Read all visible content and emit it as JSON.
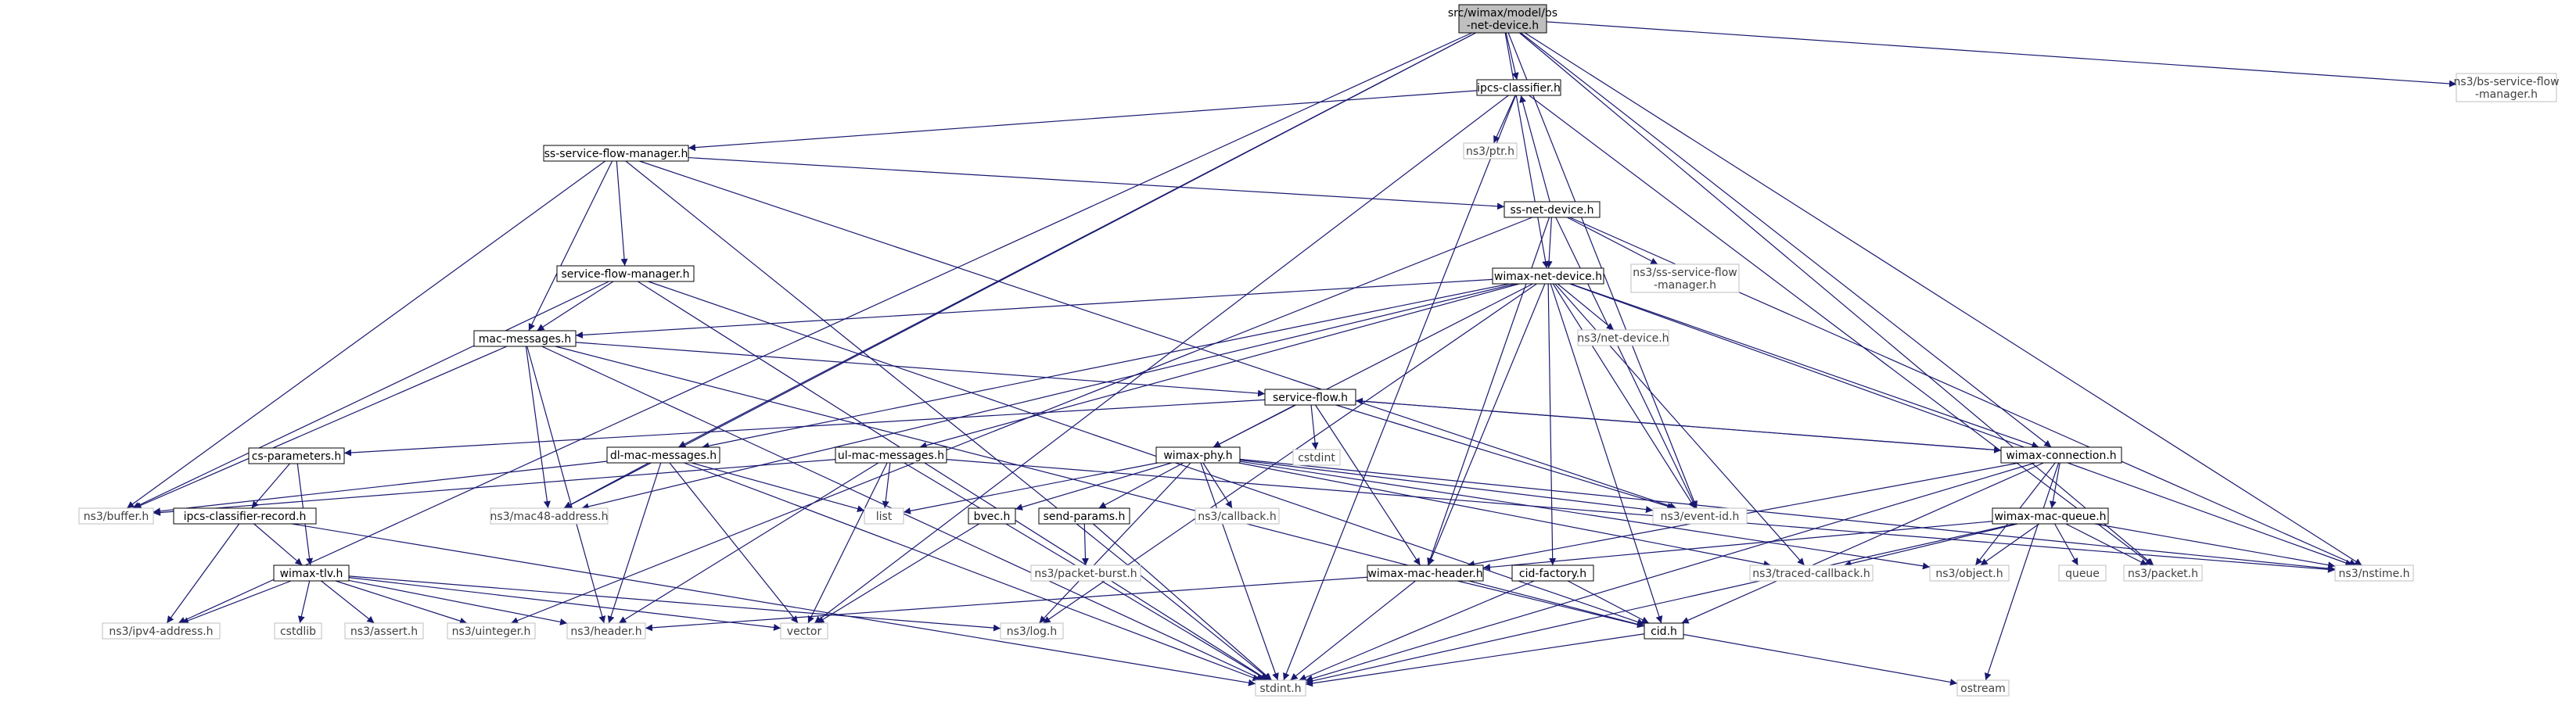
{
  "colors": {
    "root_fill": "#bfbfbf",
    "internal_stroke": "#000000",
    "external_stroke": "#bfbfbf",
    "external_text": "#404040",
    "edge": "#191970",
    "background": "#ffffff"
  },
  "nodes": [
    {
      "id": "root",
      "label": "src/wimax/model/bs\n-net-device.h",
      "kind": "root"
    },
    {
      "id": "ipcs_classifier",
      "label": "ipcs-classifier.h",
      "kind": "internal"
    },
    {
      "id": "bs_sfm",
      "label": "ns3/bs-service-flow\n-manager.h",
      "kind": "external"
    },
    {
      "id": "ptr",
      "label": "ns3/ptr.h",
      "kind": "external"
    },
    {
      "id": "ss_sfm_h",
      "label": "ss-service-flow-manager.h",
      "kind": "internal"
    },
    {
      "id": "ss_net_device",
      "label": "ss-net-device.h",
      "kind": "internal"
    },
    {
      "id": "ns3_ss_sfm",
      "label": "ns3/ss-service-flow\n-manager.h",
      "kind": "external"
    },
    {
      "id": "sfm",
      "label": "service-flow-manager.h",
      "kind": "internal"
    },
    {
      "id": "wimax_net_device",
      "label": "wimax-net-device.h",
      "kind": "internal"
    },
    {
      "id": "mac_messages",
      "label": "mac-messages.h",
      "kind": "internal"
    },
    {
      "id": "net_device",
      "label": "ns3/net-device.h",
      "kind": "external"
    },
    {
      "id": "service_flow",
      "label": "service-flow.h",
      "kind": "internal"
    },
    {
      "id": "cstdint",
      "label": "cstdint",
      "kind": "external"
    },
    {
      "id": "cs_parameters",
      "label": "cs-parameters.h",
      "kind": "internal"
    },
    {
      "id": "dl_mac_messages",
      "label": "dl-mac-messages.h",
      "kind": "internal"
    },
    {
      "id": "ul_mac_messages",
      "label": "ul-mac-messages.h",
      "kind": "internal"
    },
    {
      "id": "wimax_phy",
      "label": "wimax-phy.h",
      "kind": "internal"
    },
    {
      "id": "wimax_connection",
      "label": "wimax-connection.h",
      "kind": "internal"
    },
    {
      "id": "buffer",
      "label": "ns3/buffer.h",
      "kind": "external"
    },
    {
      "id": "mac48",
      "label": "ns3/mac48-address.h",
      "kind": "external"
    },
    {
      "id": "list",
      "label": "list",
      "kind": "external"
    },
    {
      "id": "bvec",
      "label": "bvec.h",
      "kind": "internal"
    },
    {
      "id": "callback",
      "label": "ns3/callback.h",
      "kind": "external"
    },
    {
      "id": "event_id",
      "label": "ns3/event-id.h",
      "kind": "external"
    },
    {
      "id": "ipcs_classifier_record",
      "label": "ipcs-classifier-record.h",
      "kind": "internal"
    },
    {
      "id": "send_params",
      "label": "send-params.h",
      "kind": "internal"
    },
    {
      "id": "wimax_mac_queue",
      "label": "wimax-mac-queue.h",
      "kind": "internal"
    },
    {
      "id": "wimax_tlv",
      "label": "wimax-tlv.h",
      "kind": "internal"
    },
    {
      "id": "packet_burst",
      "label": "ns3/packet-burst.h",
      "kind": "external"
    },
    {
      "id": "wimax_mac_header",
      "label": "wimax-mac-header.h",
      "kind": "internal"
    },
    {
      "id": "cid_factory",
      "label": "cid-factory.h",
      "kind": "internal"
    },
    {
      "id": "traced_callback",
      "label": "ns3/traced-callback.h",
      "kind": "external"
    },
    {
      "id": "object",
      "label": "ns3/object.h",
      "kind": "external"
    },
    {
      "id": "queue",
      "label": "queue",
      "kind": "external"
    },
    {
      "id": "packet",
      "label": "ns3/packet.h",
      "kind": "external"
    },
    {
      "id": "nstime",
      "label": "ns3/nstime.h",
      "kind": "external"
    },
    {
      "id": "ipv4_address",
      "label": "ns3/ipv4-address.h",
      "kind": "external"
    },
    {
      "id": "cstdlib",
      "label": "cstdlib",
      "kind": "external"
    },
    {
      "id": "assert",
      "label": "ns3/assert.h",
      "kind": "external"
    },
    {
      "id": "uinteger",
      "label": "ns3/uinteger.h",
      "kind": "external"
    },
    {
      "id": "header",
      "label": "ns3/header.h",
      "kind": "external"
    },
    {
      "id": "vector",
      "label": "vector",
      "kind": "external"
    },
    {
      "id": "log",
      "label": "ns3/log.h",
      "kind": "external"
    },
    {
      "id": "cid",
      "label": "cid.h",
      "kind": "internal"
    },
    {
      "id": "stdint",
      "label": "stdint.h",
      "kind": "external"
    },
    {
      "id": "ostream",
      "label": "ostream",
      "kind": "external"
    }
  ],
  "edges": [
    [
      "root",
      "ipcs_classifier"
    ],
    [
      "root",
      "bs_sfm"
    ],
    [
      "root",
      "wimax_net_device"
    ],
    [
      "root",
      "dl_mac_messages"
    ],
    [
      "root",
      "wimax_connection"
    ],
    [
      "root",
      "mac48"
    ],
    [
      "root",
      "ipv4_address"
    ],
    [
      "root",
      "event_id"
    ],
    [
      "root",
      "nstime"
    ],
    [
      "root",
      "packet"
    ],
    [
      "ipcs_classifier",
      "ptr"
    ],
    [
      "ipcs_classifier",
      "ss_sfm_h"
    ],
    [
      "ipcs_classifier",
      "vector"
    ],
    [
      "ipcs_classifier",
      "stdint"
    ],
    [
      "ipcs_classifier",
      "packet"
    ],
    [
      "ss_sfm_h",
      "ss_net_device"
    ],
    [
      "ss_sfm_h",
      "sfm"
    ],
    [
      "ss_sfm_h",
      "mac_messages"
    ],
    [
      "ss_sfm_h",
      "buffer"
    ],
    [
      "ss_sfm_h",
      "stdint"
    ],
    [
      "ss_sfm_h",
      "event_id"
    ],
    [
      "ss_net_device",
      "ipcs_classifier"
    ],
    [
      "ss_net_device",
      "ns3_ss_sfm"
    ],
    [
      "ss_net_device",
      "wimax_net_device"
    ],
    [
      "ss_net_device",
      "wimax_mac_header"
    ],
    [
      "ss_net_device",
      "nstime"
    ],
    [
      "ss_net_device",
      "event_id"
    ],
    [
      "ss_net_device",
      "uinteger"
    ],
    [
      "sfm",
      "mac_messages"
    ],
    [
      "sfm",
      "buffer"
    ],
    [
      "sfm",
      "stdint"
    ],
    [
      "sfm",
      "cid"
    ],
    [
      "wimax_net_device",
      "mac_messages"
    ],
    [
      "wimax_net_device",
      "net_device"
    ],
    [
      "wimax_net_device",
      "wimax_phy"
    ],
    [
      "wimax_net_device",
      "wimax_connection"
    ],
    [
      "wimax_net_device",
      "dl_mac_messages"
    ],
    [
      "wimax_net_device",
      "ul_mac_messages"
    ],
    [
      "wimax_net_device",
      "wimax_mac_header"
    ],
    [
      "wimax_net_device",
      "cid_factory"
    ],
    [
      "wimax_net_device",
      "traced_callback"
    ],
    [
      "wimax_net_device",
      "event_id"
    ],
    [
      "wimax_net_device",
      "nstime"
    ],
    [
      "wimax_net_device",
      "log"
    ],
    [
      "wimax_net_device",
      "mac48"
    ],
    [
      "wimax_net_device",
      "cid"
    ],
    [
      "mac_messages",
      "service_flow"
    ],
    [
      "mac_messages",
      "buffer"
    ],
    [
      "mac_messages",
      "mac48"
    ],
    [
      "mac_messages",
      "header"
    ],
    [
      "mac_messages",
      "stdint"
    ],
    [
      "mac_messages",
      "cid"
    ],
    [
      "service_flow",
      "cstdint"
    ],
    [
      "service_flow",
      "cs_parameters"
    ],
    [
      "service_flow",
      "wimax_phy"
    ],
    [
      "service_flow",
      "wimax_connection"
    ],
    [
      "service_flow",
      "wimax_mac_header"
    ],
    [
      "service_flow",
      "event_id"
    ],
    [
      "cs_parameters",
      "ipcs_classifier_record"
    ],
    [
      "cs_parameters",
      "wimax_tlv"
    ],
    [
      "ipcs_classifier_record",
      "wimax_tlv"
    ],
    [
      "ipcs_classifier_record",
      "ipv4_address"
    ],
    [
      "ipcs_classifier_record",
      "stdint"
    ],
    [
      "wimax_tlv",
      "ipv4_address"
    ],
    [
      "wimax_tlv",
      "cstdlib"
    ],
    [
      "wimax_tlv",
      "assert"
    ],
    [
      "wimax_tlv",
      "uinteger"
    ],
    [
      "wimax_tlv",
      "header"
    ],
    [
      "wimax_tlv",
      "vector"
    ],
    [
      "wimax_tlv",
      "log"
    ],
    [
      "dl_mac_messages",
      "buffer"
    ],
    [
      "dl_mac_messages",
      "mac48"
    ],
    [
      "dl_mac_messages",
      "list"
    ],
    [
      "dl_mac_messages",
      "header"
    ],
    [
      "dl_mac_messages",
      "vector"
    ],
    [
      "dl_mac_messages",
      "stdint"
    ],
    [
      "ul_mac_messages",
      "buffer"
    ],
    [
      "ul_mac_messages",
      "list"
    ],
    [
      "ul_mac_messages",
      "header"
    ],
    [
      "ul_mac_messages",
      "vector"
    ],
    [
      "ul_mac_messages",
      "stdint"
    ],
    [
      "ul_mac_messages",
      "nstime"
    ],
    [
      "wimax_phy",
      "list"
    ],
    [
      "wimax_phy",
      "bvec"
    ],
    [
      "wimax_phy",
      "send_params"
    ],
    [
      "wimax_phy",
      "callback"
    ],
    [
      "wimax_phy",
      "event_id"
    ],
    [
      "wimax_phy",
      "traced_callback"
    ],
    [
      "wimax_phy",
      "object"
    ],
    [
      "wimax_phy",
      "nstime"
    ],
    [
      "wimax_phy",
      "log"
    ],
    [
      "wimax_phy",
      "stdint"
    ],
    [
      "bvec",
      "vector"
    ],
    [
      "send_params",
      "packet_burst"
    ],
    [
      "send_params",
      "stdint"
    ],
    [
      "wimax_connection",
      "service_flow"
    ],
    [
      "wimax_connection",
      "wimax_mac_queue"
    ],
    [
      "wimax_connection",
      "wimax_mac_header"
    ],
    [
      "wimax_connection",
      "object"
    ],
    [
      "wimax_connection",
      "cid"
    ],
    [
      "wimax_connection",
      "stdint"
    ],
    [
      "wimax_connection",
      "ostream"
    ],
    [
      "wimax_mac_queue",
      "wimax_mac_header"
    ],
    [
      "wimax_mac_queue",
      "traced_callback"
    ],
    [
      "wimax_mac_queue",
      "object"
    ],
    [
      "wimax_mac_queue",
      "queue"
    ],
    [
      "wimax_mac_queue",
      "packet"
    ],
    [
      "wimax_mac_queue",
      "nstime"
    ],
    [
      "wimax_mac_queue",
      "stdint"
    ],
    [
      "wimax_mac_header",
      "header"
    ],
    [
      "wimax_mac_header",
      "cid"
    ],
    [
      "wimax_mac_header",
      "stdint"
    ],
    [
      "cid_factory",
      "cid"
    ],
    [
      "cid_factory",
      "stdint"
    ],
    [
      "cid",
      "stdint"
    ],
    [
      "cid",
      "ostream"
    ]
  ]
}
